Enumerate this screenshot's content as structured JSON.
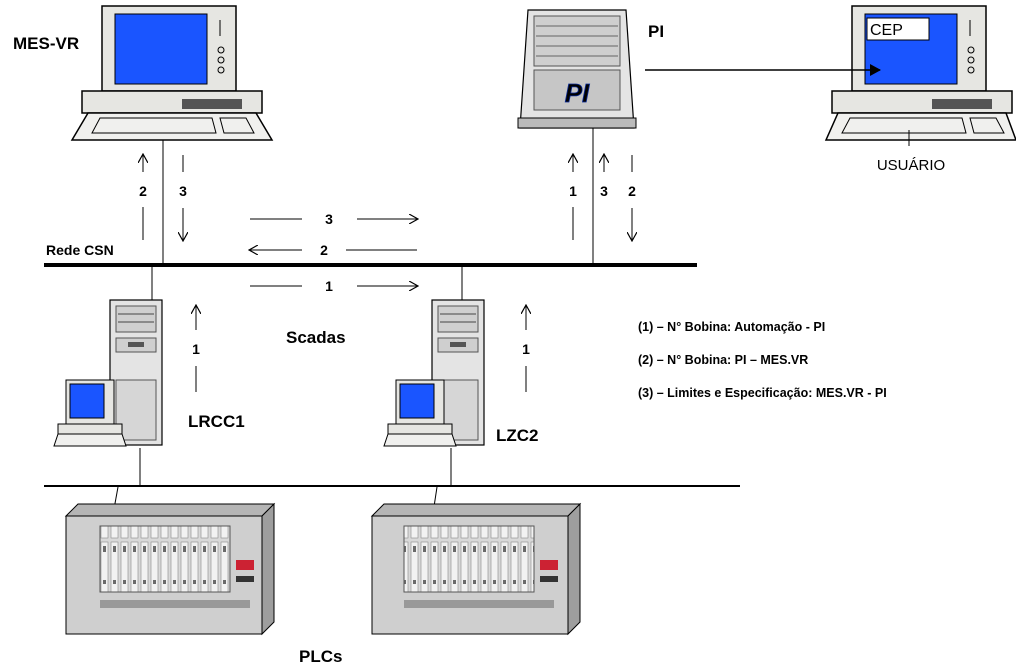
{
  "nodes": {
    "mes_vr": "MES-VR",
    "pi": "PI",
    "pi_logo": "PI",
    "user_screen": "CEP",
    "user": "USUÁRIO",
    "network": "Rede CSN",
    "scadas": "Scadas",
    "scada1": "LRCC1",
    "scada2": "LZC2",
    "plcs": "PLCs"
  },
  "flows": {
    "mes_up": "2",
    "mes_down": "3",
    "net_3": "3",
    "net_2": "2",
    "net_1": "1",
    "pi_1": "1",
    "pi_3": "3",
    "pi_2": "2",
    "scada1_up": "1",
    "scada2_up": "1"
  },
  "legend": [
    "(1) – N° Bobina: Automação - PI",
    "(2) – N° Bobina: PI – MES.VR",
    "(3) – Limites e Especificação: MES.VR - PI"
  ],
  "colors": {
    "screen_blue": "#1a55ff",
    "beige": "#e6e6e2",
    "rack_gray": "#bdbdbd",
    "line": "#000000"
  }
}
